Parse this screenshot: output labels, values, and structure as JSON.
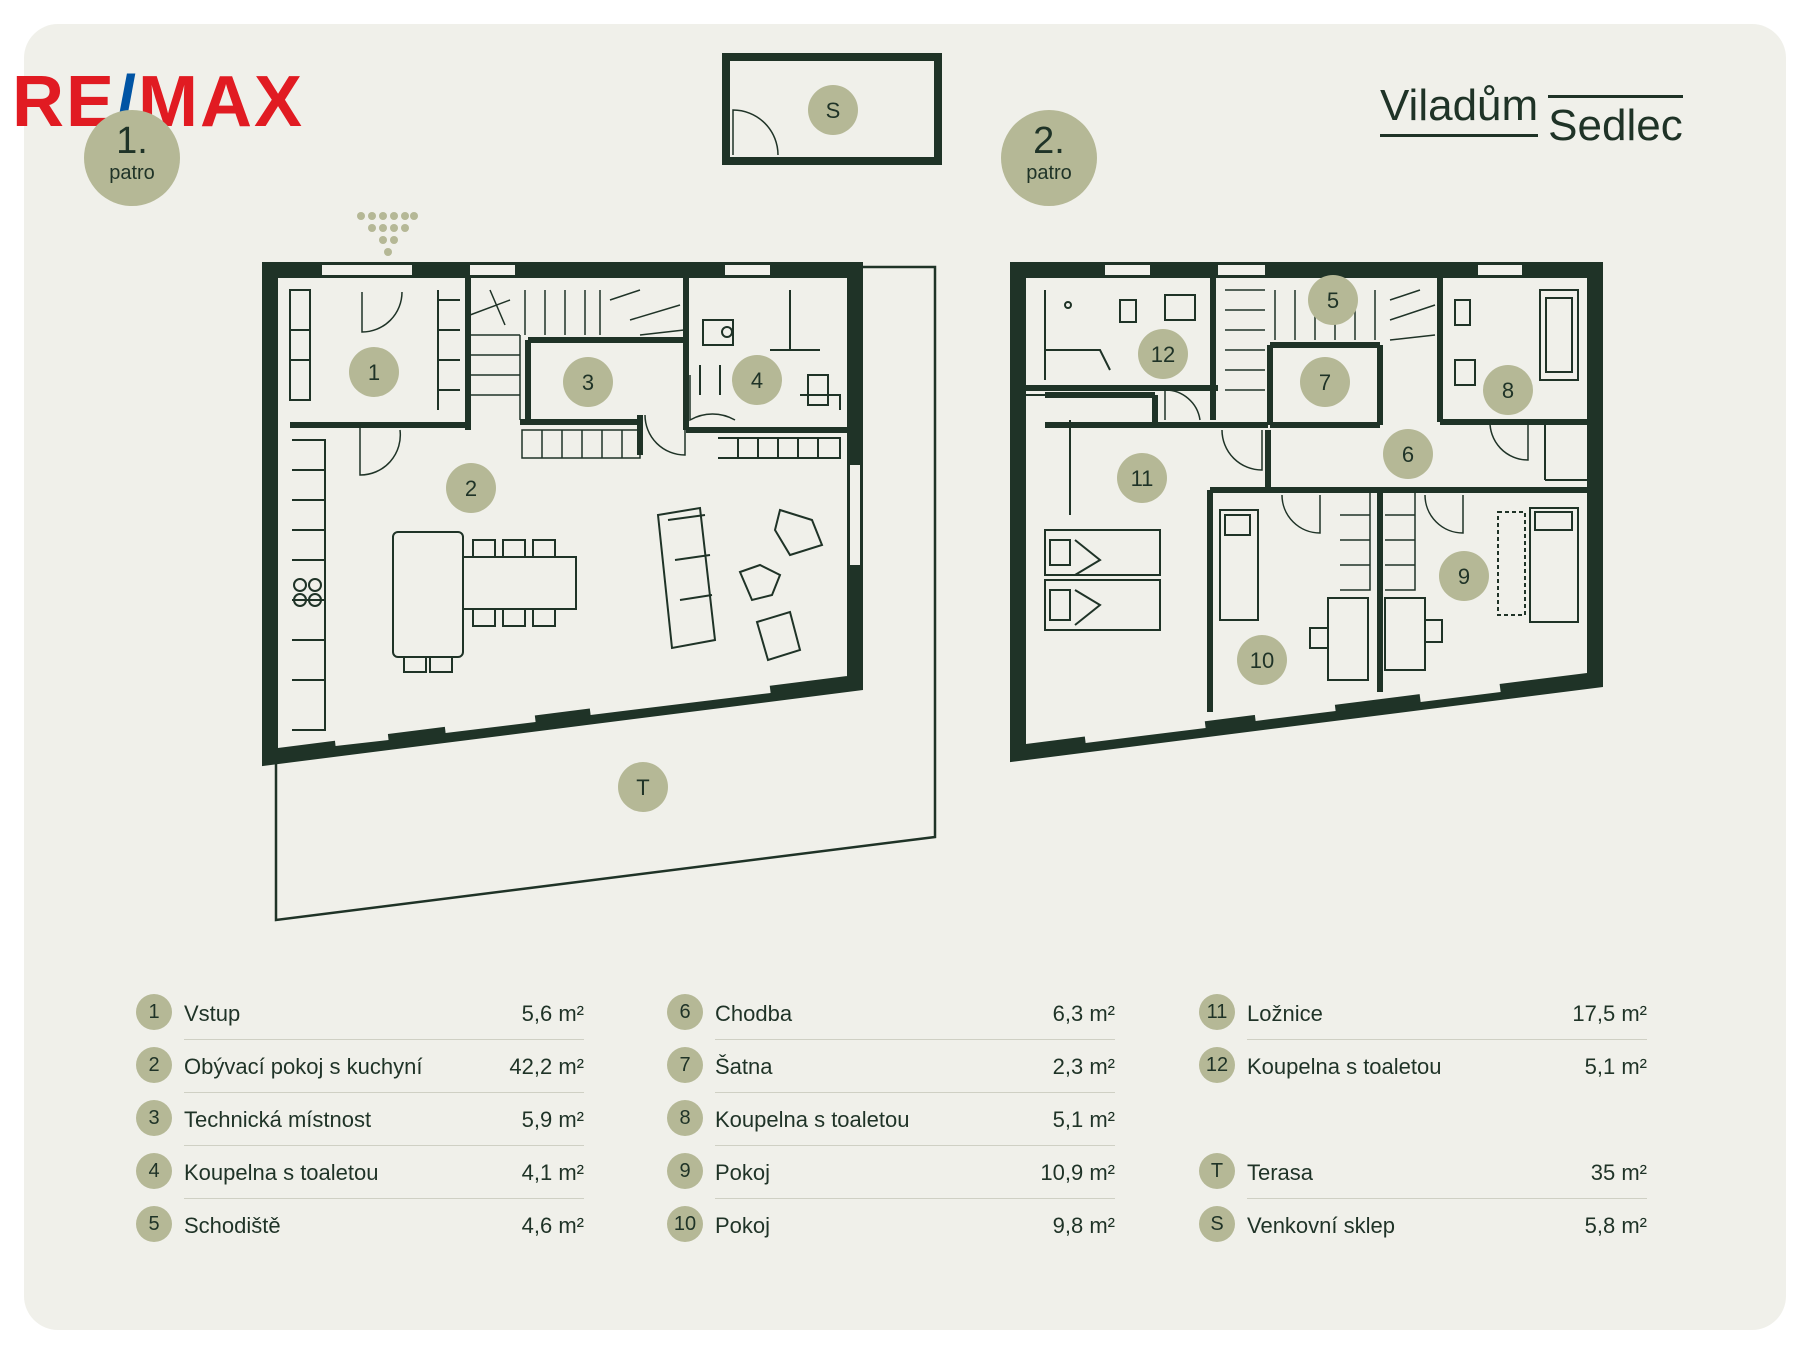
{
  "brand": {
    "agency_logo": {
      "part1": "RE",
      "part2": "/",
      "part3": "MAX"
    },
    "title_word1": "Viladům",
    "title_word2": "Sedlec",
    "colors": {
      "dark_green": "#1f3327",
      "sage": "#b5b896",
      "background": "#f0f0ea",
      "remax_red": "#e11b22",
      "remax_blue": "#0054a4"
    }
  },
  "floors": [
    {
      "number": "1.",
      "label": "patro"
    },
    {
      "number": "2.",
      "label": "patro"
    }
  ],
  "plan_markers": {
    "floor1": [
      "1",
      "2",
      "3",
      "4",
      "T",
      "S"
    ],
    "floor2": [
      "5",
      "7",
      "12",
      "8",
      "6",
      "11",
      "9",
      "10"
    ]
  },
  "legend": [
    [
      {
        "badge": "1",
        "name": "Vstup",
        "area": "5,6 m²"
      },
      {
        "badge": "2",
        "name": "Obývací pokoj s kuchyní",
        "area": "42,2 m²"
      },
      {
        "badge": "3",
        "name": "Technická místnost",
        "area": "5,9 m²"
      },
      {
        "badge": "4",
        "name": "Koupelna s toaletou",
        "area": "4,1 m²"
      },
      {
        "badge": "5",
        "name": "Schodiště",
        "area": "4,6 m²"
      }
    ],
    [
      {
        "badge": "6",
        "name": "Chodba",
        "area": "6,3 m²"
      },
      {
        "badge": "7",
        "name": "Šatna",
        "area": "2,3 m²"
      },
      {
        "badge": "8",
        "name": "Koupelna s toaletou",
        "area": "5,1 m²"
      },
      {
        "badge": "9",
        "name": "Pokoj",
        "area": "10,9 m²"
      },
      {
        "badge": "10",
        "name": "Pokoj",
        "area": "9,8 m²"
      }
    ],
    [
      {
        "badge": "11",
        "name": "Ložnice",
        "area": "17,5 m²"
      },
      {
        "badge": "12",
        "name": "Koupelna s toaletou",
        "area": "5,1 m²"
      },
      {
        "badge": "",
        "name": "",
        "area": ""
      },
      {
        "badge": "T",
        "name": "Terasa",
        "area": "35 m²"
      },
      {
        "badge": "S",
        "name": "Venkovní sklep",
        "area": "5,8 m²"
      }
    ]
  ]
}
